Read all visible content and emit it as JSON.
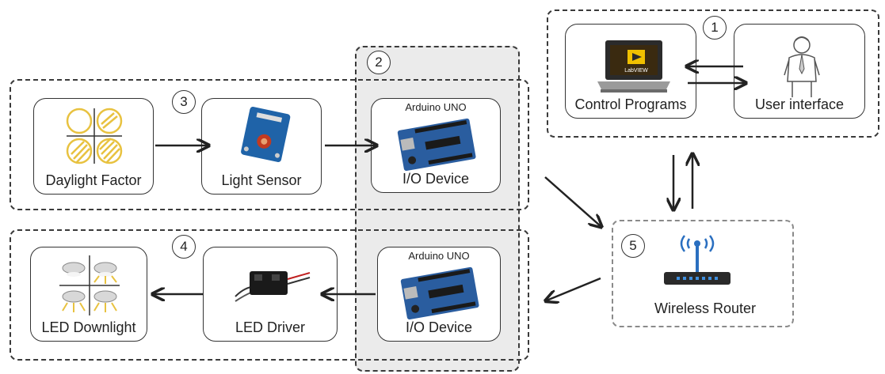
{
  "groups": {
    "g1": {
      "number": "1"
    },
    "g2": {
      "number": "2"
    },
    "g3": {
      "number": "3"
    },
    "g4": {
      "number": "4"
    },
    "g5": {
      "number": "5"
    }
  },
  "nodes": {
    "control_programs": {
      "label": "Control Programs",
      "screen_text": "LabVIEW"
    },
    "user_interface": {
      "label": "User interface"
    },
    "daylight_factor": {
      "label": "Daylight Factor"
    },
    "light_sensor": {
      "label": "Light Sensor"
    },
    "io_device_top": {
      "label": "I/O Device",
      "board": "Arduino UNO"
    },
    "io_device_bottom": {
      "label": "I/O Device",
      "board": "Arduino UNO"
    },
    "led_downlight": {
      "label": "LED Downlight"
    },
    "led_driver": {
      "label": "LED Driver"
    },
    "wireless_router": {
      "label": "Wireless Router"
    }
  },
  "colors": {
    "line": "#222222",
    "shade": "#ebebeb",
    "sun": "#e8c240",
    "board": "#2a5d9f",
    "sensor": "#1f63a8"
  }
}
